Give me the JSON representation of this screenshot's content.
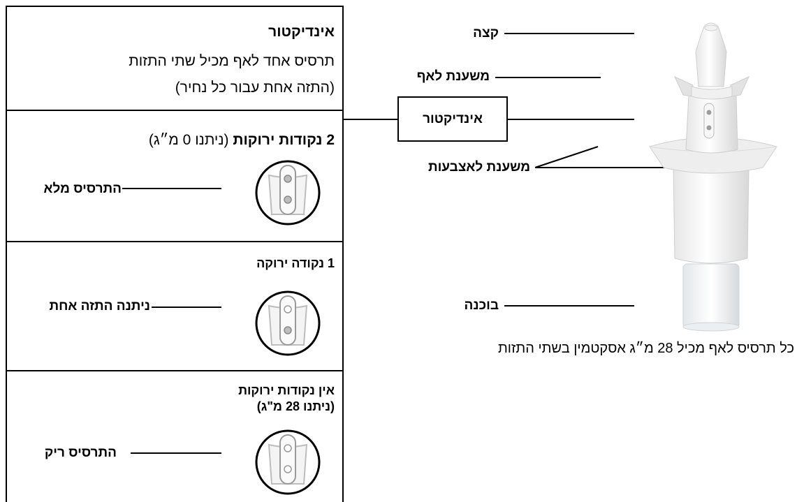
{
  "panel": {
    "indicator_title": "אינדיקטור",
    "indicator_line1": "תרסיס אחד לאף מכיל שתי התזות",
    "indicator_line2": "(התזה אחת עבור כל נחיר)",
    "state1": {
      "heading_count": "2",
      "heading_bold": "נקודות ירוקות",
      "heading_note": "(ניתנו 0 מ״ג)",
      "label": "התרסיס מלא"
    },
    "state2": {
      "heading": "1 נקודה ירוקה",
      "label": "ניתנה התזה אחת"
    },
    "state3": {
      "heading_line1": "אין נקודות ירוקות",
      "heading_line2": "(ניתנו 28 מ\"ג)",
      "label": "התרסיס ריק"
    }
  },
  "device": {
    "tip_label": "קצה",
    "nose_rest_label": "משענת לאף",
    "indicator_label": "אינדיקטור",
    "finger_rest_label": "משענת לאצבעות",
    "plunger_label": "בוכנה",
    "caption": "כל תרסיס לאף מכיל 28 מ״ג אסקטמין בשתי התזות"
  }
}
